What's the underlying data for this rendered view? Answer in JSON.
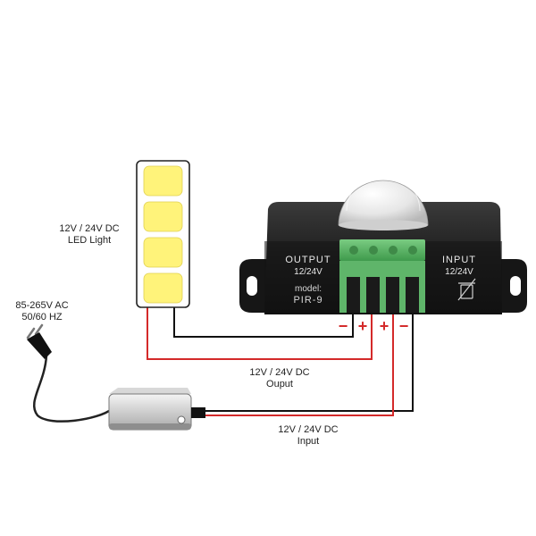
{
  "labels": {
    "led_light": [
      "12V / 24V DC",
      "LED Light"
    ],
    "ac_input": [
      "85-265V AC",
      "50/60 HZ"
    ],
    "output_wire": [
      "12V / 24V DC",
      "Ouput"
    ],
    "input_wire": [
      "12V / 24V DC",
      "Input"
    ]
  },
  "sensor": {
    "output_block": [
      "OUTPUT",
      "12/24V"
    ],
    "model": [
      "model:",
      "PIR-9"
    ],
    "input_block": [
      "INPUT",
      "12/24V"
    ]
  },
  "polarity": [
    "−",
    "+",
    "+",
    "−"
  ],
  "colors": {
    "wire_red": "#d42a2a",
    "wire_black": "#111111",
    "sensor_body": "#1b1b1b",
    "terminal_green": "#5fb56a",
    "led_chip": "#fff37a"
  },
  "icons": {
    "sensor_dome": "pir-dome-icon",
    "recycle_bin": "trash-bin-icon",
    "plug": "power-plug-icon",
    "adapter": "power-adapter-icon"
  }
}
